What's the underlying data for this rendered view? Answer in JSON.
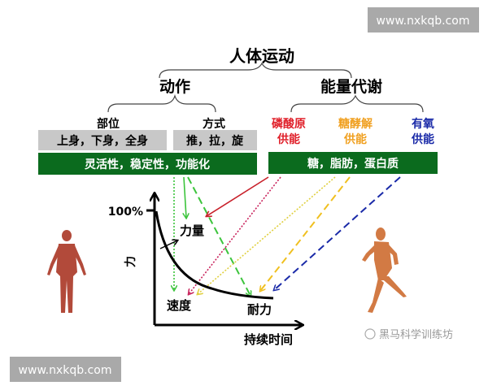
{
  "title": "人体运动",
  "left": {
    "heading": "动作",
    "part_label": "部位",
    "part_value": "上身，下身，全身",
    "mode_label": "方式",
    "mode_value": "推，拉，旋",
    "bar": "灵活性，稳定性，功能化"
  },
  "right": {
    "heading": "能量代谢",
    "systems": [
      {
        "line1": "磷酸原",
        "line2": "供能",
        "color": "#e0202a"
      },
      {
        "line1": "糖酵解",
        "line2": "供能",
        "color": "#f0a020"
      },
      {
        "line1": "有氧",
        "line2": "供能",
        "color": "#1a2aa8"
      }
    ],
    "bar": "糖，脂肪，蛋白质"
  },
  "graph": {
    "y_tick": "100%",
    "y_label": "力",
    "x_label": "持续时间",
    "strength": "力量",
    "speed": "速度",
    "endurance": "耐力"
  },
  "colors": {
    "green_bar": "#0b6b1e",
    "gray_box": "#c8c8c8"
  },
  "watermarks": {
    "top": "www.nxkqb.com",
    "bottom": "www.nxkqb.com",
    "brand": "黑马科学训练坊"
  }
}
